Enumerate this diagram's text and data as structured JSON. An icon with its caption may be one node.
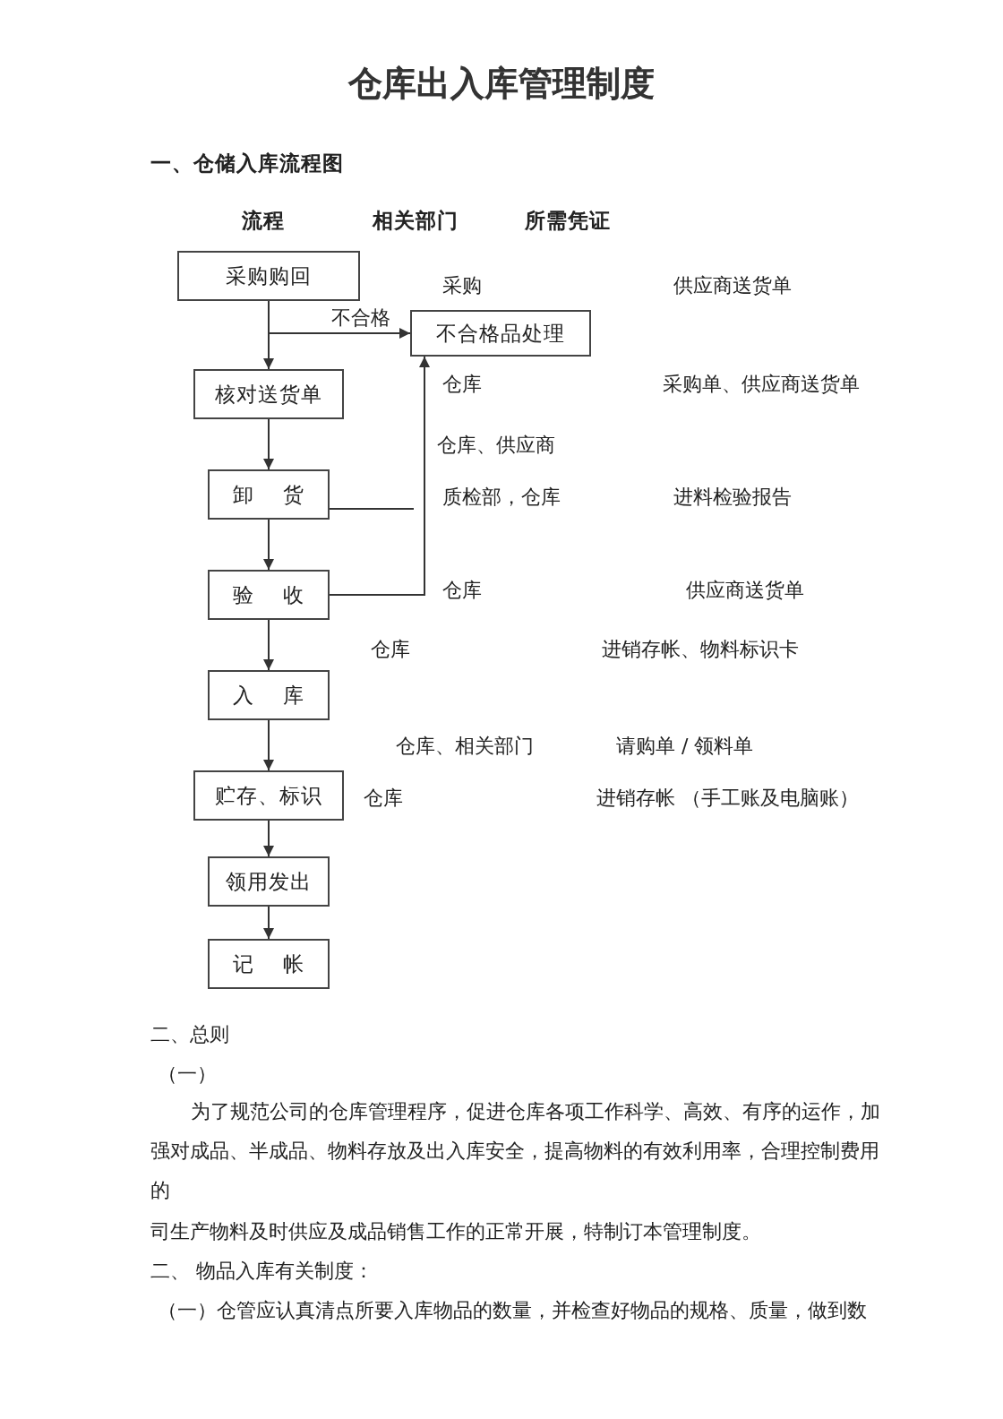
{
  "diagram": {
    "title": "仓库出入库管理制度",
    "nodes": [
      {
        "text": [
          "采购购回"
        ]
      },
      {
        "text": [
          "不合格品处理"
        ]
      },
      {
        "text": [
          "核对送货单"
        ]
      },
      {
        "text": [
          "卸 货"
        ]
      },
      {
        "text": [
          "验 收"
        ]
      },
      {
        "text": [
          "入 库"
        ]
      },
      {
        "text": [
          "贮存、标识"
        ]
      },
      {
        "text": [
          "领用发出"
        ]
      },
      {
        "text": [
          "记 帐"
        ]
      }
    ],
    "edges": [
      {
        "from": 0,
        "to": 2,
        "arrow": "to"
      },
      {
        "from": 0,
        "to": 1,
        "arrow": "to",
        "label": "不合格"
      },
      {
        "from": 2,
        "to": 3,
        "arrow": "to"
      },
      {
        "from": 3,
        "to": null,
        "arrow": "none"
      },
      {
        "from": 3,
        "to": 4,
        "arrow": "to"
      },
      {
        "from": 4,
        "to": 1,
        "arrow": "to"
      },
      {
        "from": 4,
        "to": 5,
        "arrow": "to"
      },
      {
        "from": 5,
        "to": 6,
        "arrow": "to"
      },
      {
        "from": 6,
        "to": 7,
        "arrow": "to"
      },
      {
        "from": 7,
        "to": 8,
        "arrow": "to"
      }
    ],
    "labels": [
      "一、仓储入库流程图",
      "流程",
      "相关部门",
      "所需凭证",
      "采购",
      "供应商送货单",
      "仓库",
      "采购单、供应商送货单",
      "仓库、供应商",
      "质检部，仓库",
      "进料检验报告",
      "仓库",
      "供应商送货单",
      "仓库",
      "进销存帐、物料标识卡",
      "仓库、相关部门",
      "请购单 / 领料单",
      "仓库",
      "进销存帐 （手工账及电脑账）",
      "二、总则",
      "（一）",
      "为了规范公司的仓库管理程序，促进仓库各项工作科学、高效、有序的运作，加强对成品、半成品、物料存放及出入库安全，提高物料的有效利用率，合理控制费用的",
      "司生产物料及时供应及成品销售工作的正常开展，特制订本管理制度。",
      "二、 物品入库有关制度：",
      "（一）仓管应认真清点所要入库物品的数量，并检查好物品的规格、质量，做到数"
    ]
  }
}
